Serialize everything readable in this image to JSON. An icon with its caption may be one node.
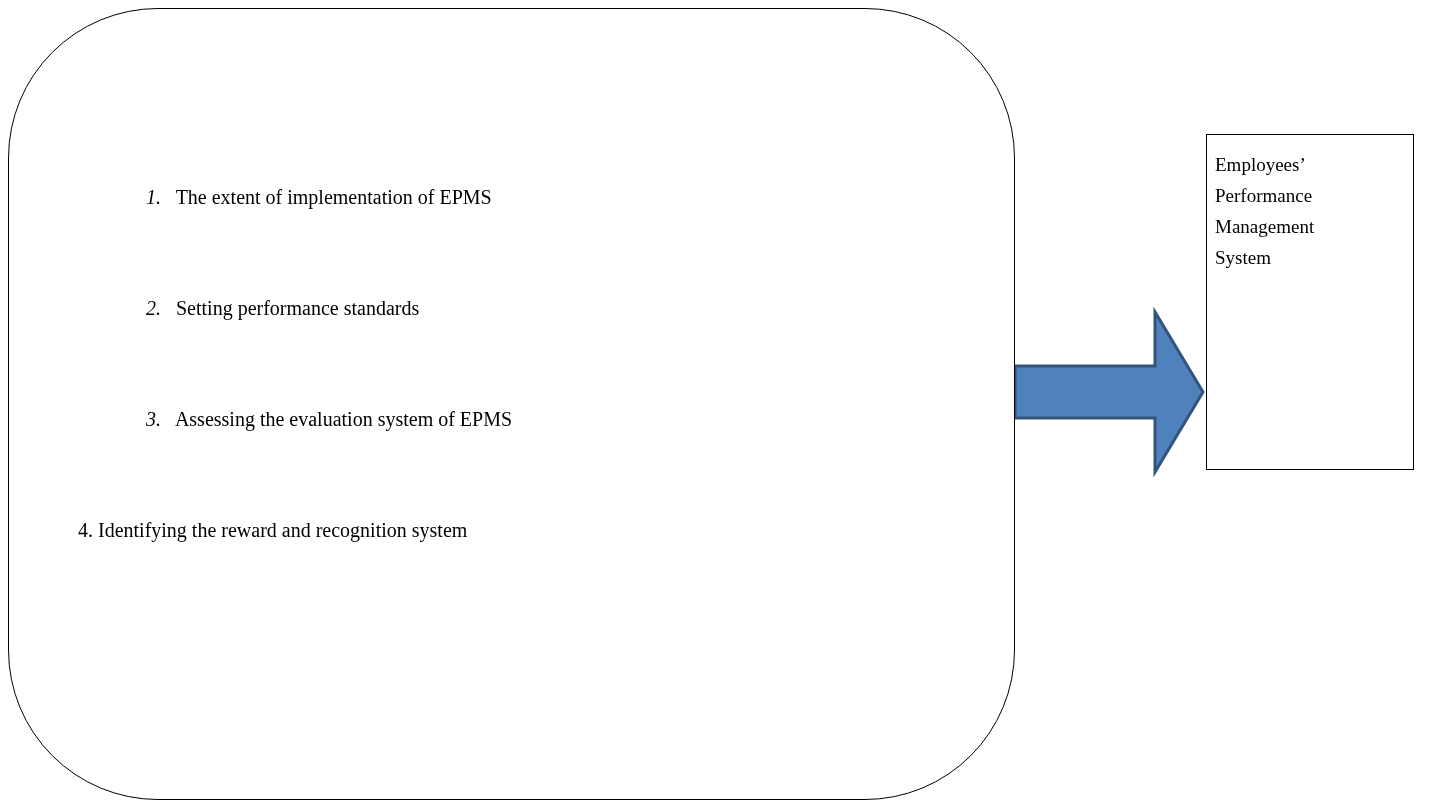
{
  "diagram": {
    "nodes": [
      {
        "text": [
          "*1.*   The extent of implementation of EPMS",
          "*2.*   Setting performance standards",
          "*3.*   Assessing the evaluation system of EPMS",
          "4. Identifying the reward and recognition system"
        ]
      },
      {
        "text": [
          "Employees’ Performance Management System"
        ]
      }
    ],
    "edges": [
      {
        "from": 0,
        "to": 1,
        "arrow": "to",
        "style": "thick",
        "color": "#4f81bd"
      }
    ]
  }
}
